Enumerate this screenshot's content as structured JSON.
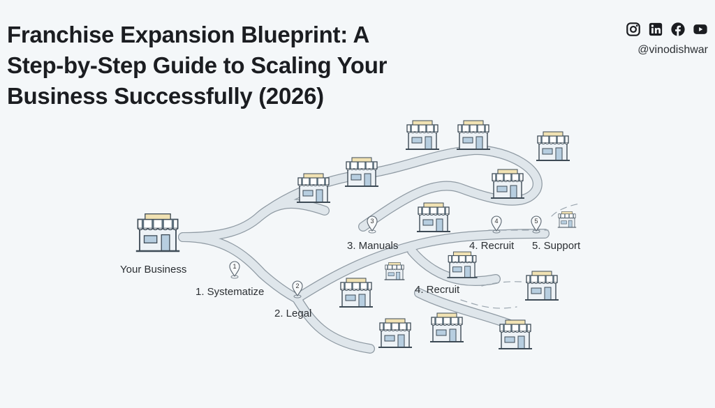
{
  "title_lines": [
    "Franchise Expansion Blueprint: A",
    "Step-by-Step Guide to Scaling Your",
    "Business Successfully (2026)"
  ],
  "social": {
    "icons": [
      "instagram-icon",
      "linkedin-icon",
      "facebook-icon",
      "youtube-icon"
    ],
    "handle": "@vinodishwar"
  },
  "diagram": {
    "origin_label": "Your Business",
    "steps": [
      {
        "num": "1",
        "label": "1. Systematize"
      },
      {
        "num": "2",
        "label": "2. Legal"
      },
      {
        "num": "3",
        "label": "3. Manuals"
      },
      {
        "num": "4",
        "label": "4. Recruit"
      },
      {
        "num": "5",
        "label": "5. Support"
      }
    ],
    "extra_labels": [
      "4. Recruit"
    ]
  },
  "colors": {
    "road": "#dfe6eb",
    "road_edge": "#8f9aa3",
    "awning_stripe": "#5d6f7c",
    "sign": "#f1e2b3",
    "wall": "#edf2f6",
    "window": "#b7cee0"
  }
}
